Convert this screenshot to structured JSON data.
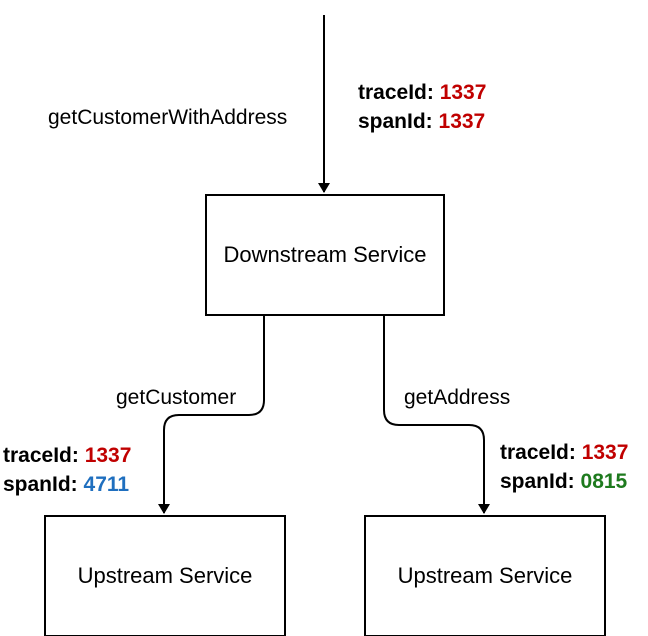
{
  "diagram": {
    "nodes": {
      "downstream": {
        "label": "Downstream Service"
      },
      "upstream_left": {
        "label": "Upstream Service"
      },
      "upstream_right": {
        "label": "Upstream Service"
      }
    },
    "edges": {
      "incoming": {
        "label": "getCustomerWithAddress"
      },
      "to_left": {
        "label": "getCustomer"
      },
      "to_right": {
        "label": "getAddress"
      }
    },
    "trace_annotations": {
      "incoming": {
        "trace_key": "traceId:",
        "trace_value": "1337",
        "span_key": "spanId:",
        "span_value": "1337",
        "trace_color": "#c00000",
        "span_color": "#c00000"
      },
      "left": {
        "trace_key": "traceId:",
        "trace_value": "1337",
        "span_key": "spanId:",
        "span_value": "4711",
        "trace_color": "#c00000",
        "span_color": "#1f6fbf"
      },
      "right": {
        "trace_key": "traceId:",
        "trace_value": "1337",
        "span_key": "spanId:",
        "span_value": "0815",
        "trace_color": "#c00000",
        "span_color": "#1e7a1e"
      }
    }
  }
}
